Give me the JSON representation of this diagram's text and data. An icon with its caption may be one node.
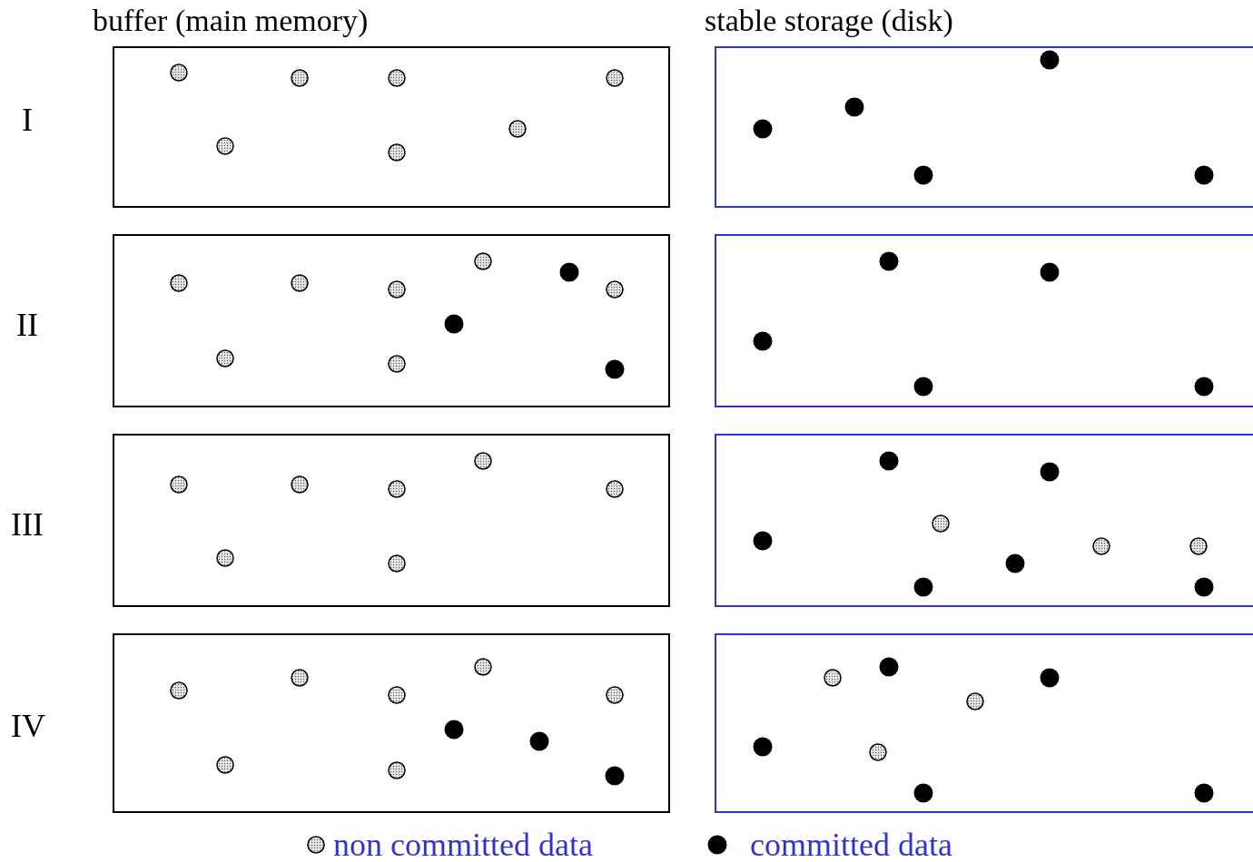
{
  "diagram": {
    "labels": [
      "buffer (main memory)",
      "stable storage (disk)",
      "I",
      "II",
      "III",
      "IV"
    ],
    "legend": [
      {
        "text": "non committed data"
      },
      {
        "text": "committed data"
      }
    ]
  }
}
